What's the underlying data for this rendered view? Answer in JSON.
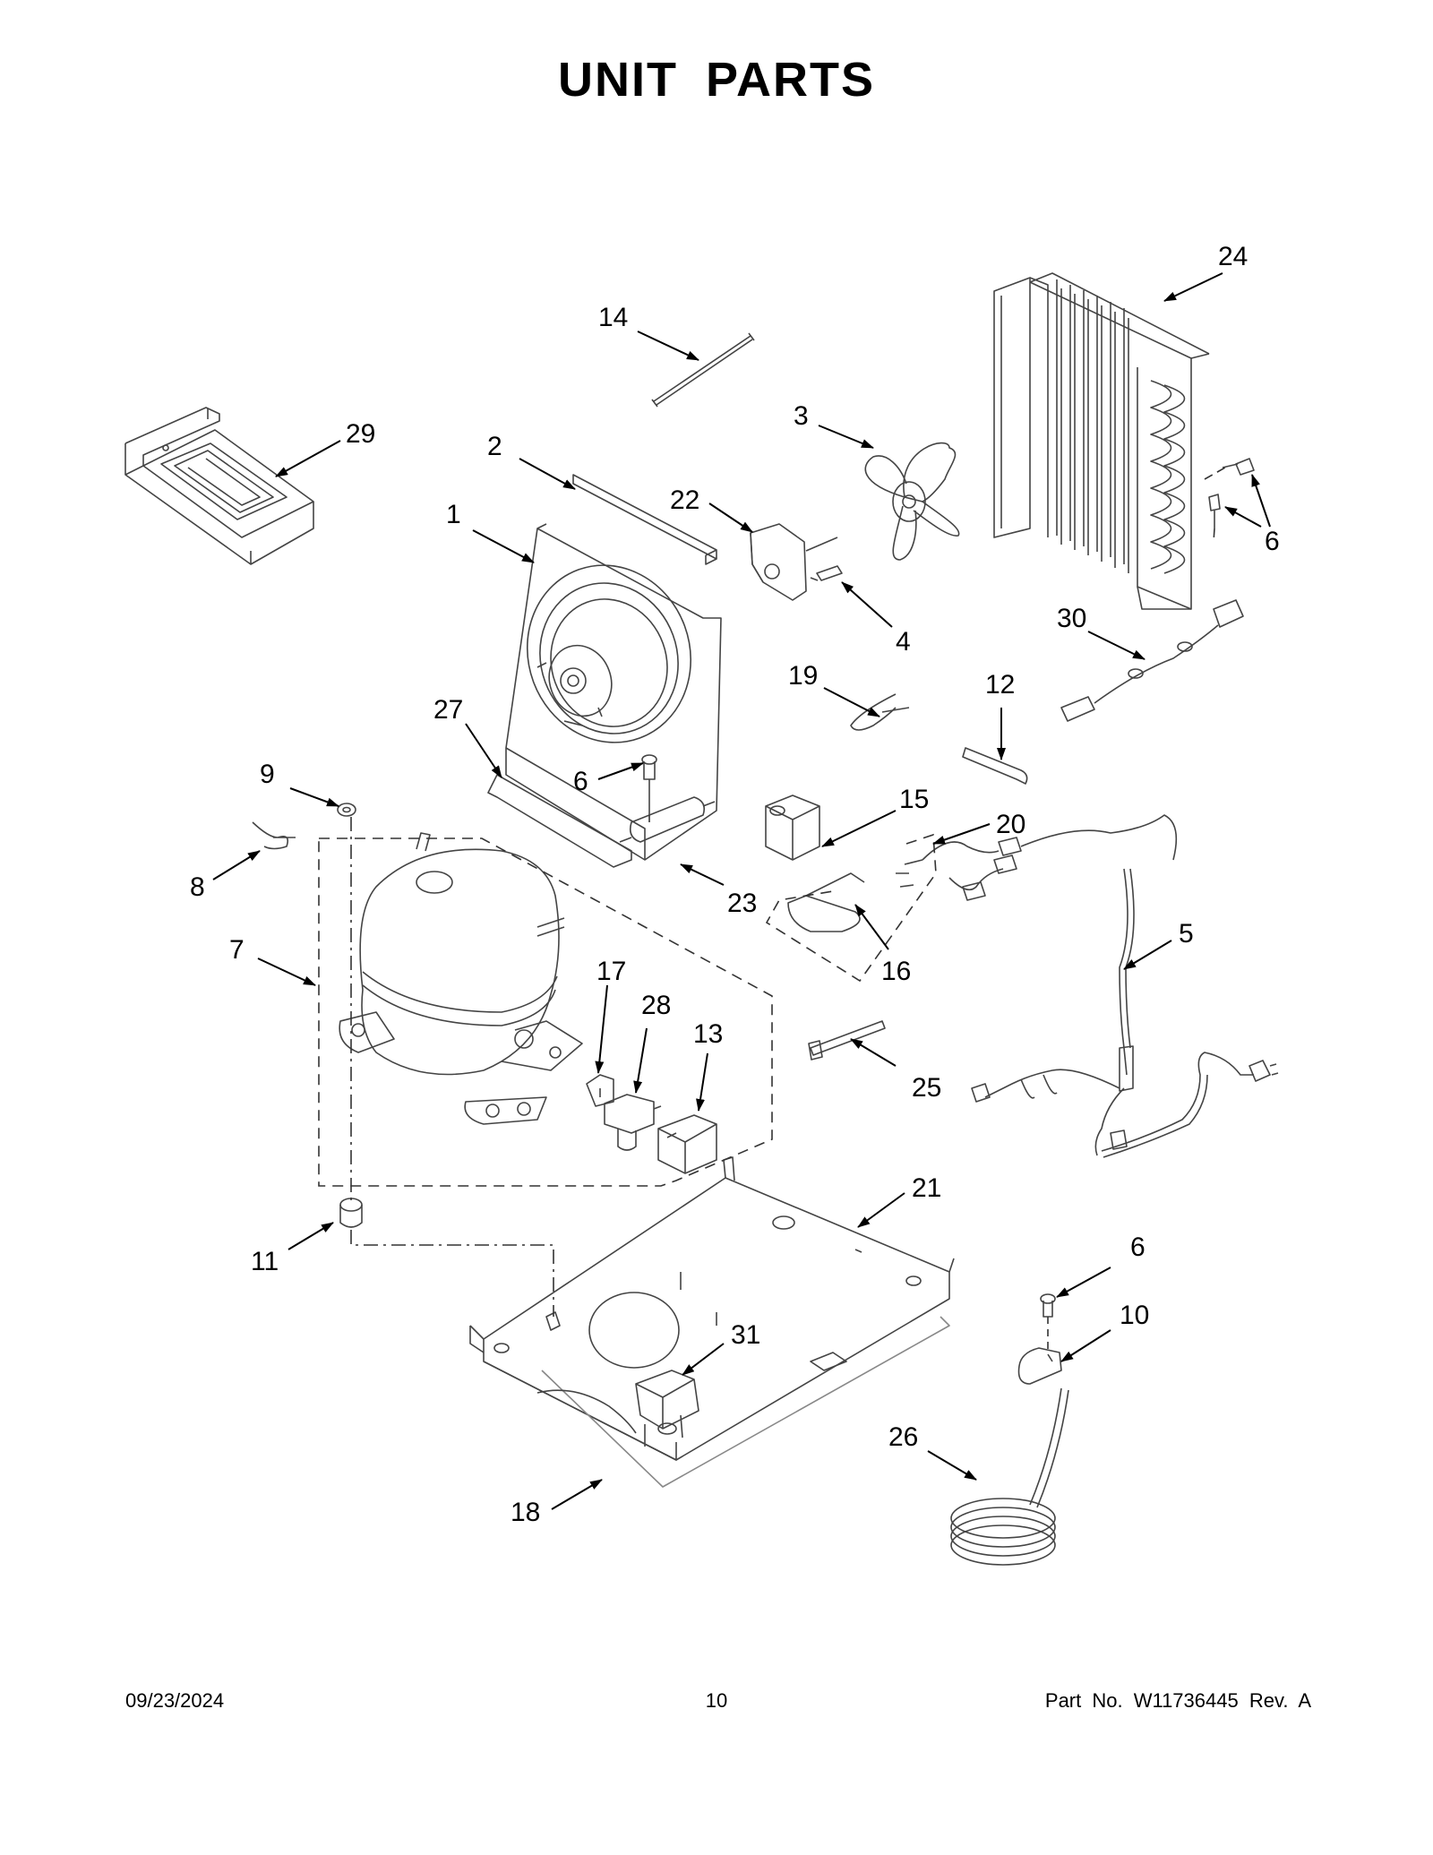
{
  "title": "UNIT  PARTS",
  "callouts": [
    {
      "num": "1",
      "part": "fan-shroud"
    },
    {
      "num": "2",
      "part": "foam-strip"
    },
    {
      "num": "3",
      "part": "fan-blade"
    },
    {
      "num": "4",
      "part": "screw"
    },
    {
      "num": "5",
      "part": "power-cord-harness"
    },
    {
      "num": "6",
      "part": "screw"
    },
    {
      "num": "6",
      "part": "screw"
    },
    {
      "num": "6",
      "part": "screw"
    },
    {
      "num": "6",
      "part": "screw"
    },
    {
      "num": "7",
      "part": "compressor-assembly"
    },
    {
      "num": "8",
      "part": "clip"
    },
    {
      "num": "9",
      "part": "washer"
    },
    {
      "num": "10",
      "part": "clamp"
    },
    {
      "num": "11",
      "part": "grommet"
    },
    {
      "num": "12",
      "part": "tube"
    },
    {
      "num": "13",
      "part": "cover"
    },
    {
      "num": "14",
      "part": "tie"
    },
    {
      "num": "15",
      "part": "relay"
    },
    {
      "num": "16",
      "part": "bracket"
    },
    {
      "num": "17",
      "part": "clip"
    },
    {
      "num": "18",
      "part": "insulation"
    },
    {
      "num": "19",
      "part": "clip"
    },
    {
      "num": "20",
      "part": "wire-harness"
    },
    {
      "num": "21",
      "part": "base-plate"
    },
    {
      "num": "22",
      "part": "fan-motor"
    },
    {
      "num": "23",
      "part": "drier"
    },
    {
      "num": "24",
      "part": "condenser"
    },
    {
      "num": "25",
      "part": "cable-tie"
    },
    {
      "num": "26",
      "part": "tubing"
    },
    {
      "num": "27",
      "part": "gasket"
    },
    {
      "num": "28",
      "part": "start-device"
    },
    {
      "num": "29",
      "part": "drain-pan"
    },
    {
      "num": "30",
      "part": "sensor-harness"
    },
    {
      "num": "31",
      "part": "capacitor"
    }
  ],
  "footer": {
    "date": "09/23/2024",
    "page": "10",
    "part_number": "Part No.  W11736445  Rev.  A"
  }
}
